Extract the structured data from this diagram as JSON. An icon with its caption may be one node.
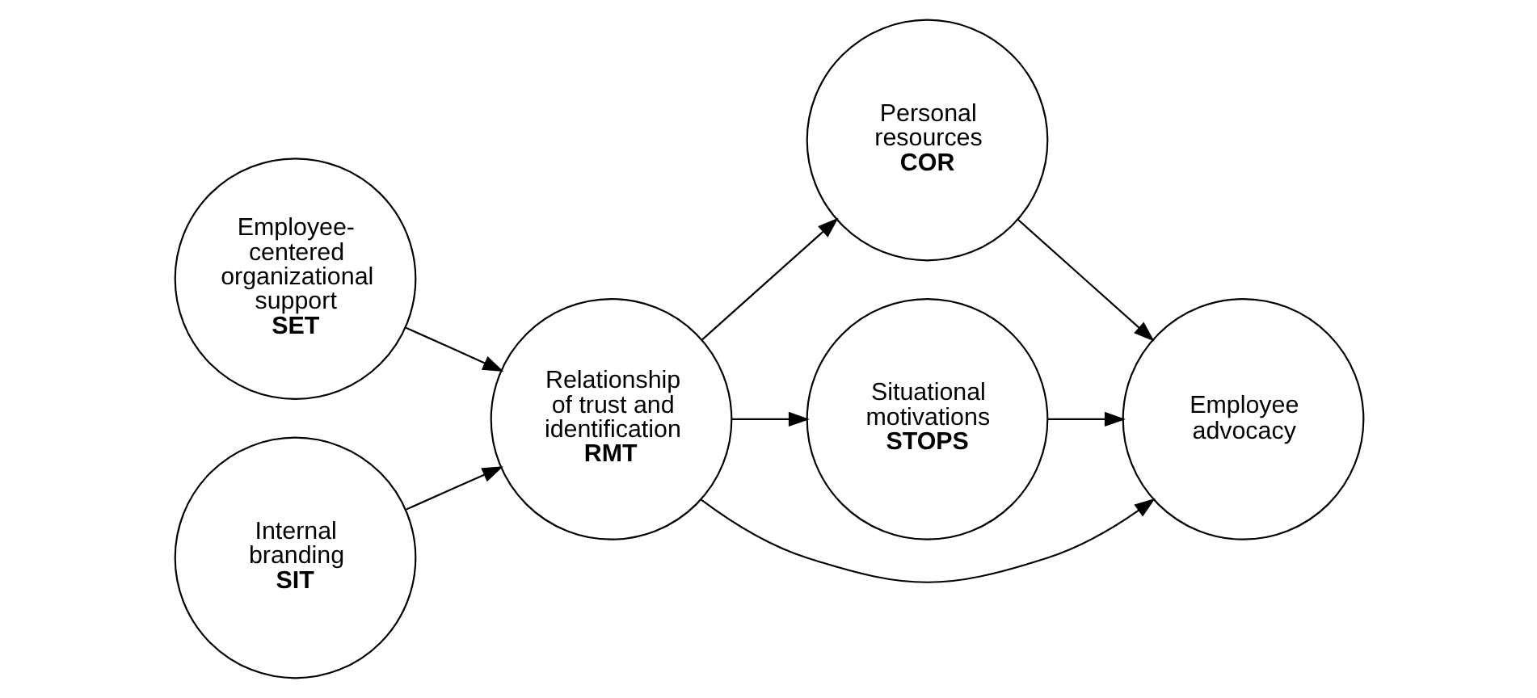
{
  "diagram": {
    "nodes": [
      {
        "text": [
          "Employee-centered organizational support",
          "SET"
        ]
      },
      {
        "text": [
          "Internal branding",
          "SIT"
        ]
      },
      {
        "text": [
          "Relationship of trust and identification",
          "RMT"
        ]
      },
      {
        "text": [
          "Personal resources",
          "COR"
        ]
      },
      {
        "text": [
          "Situational motivations",
          "STOPS"
        ]
      },
      {
        "text": [
          "Employee advocacy"
        ]
      }
    ],
    "edges": [
      {
        "from": 0,
        "to": 2,
        "arrow": "to"
      },
      {
        "from": 1,
        "to": 2,
        "arrow": "to"
      },
      {
        "from": 2,
        "to": 3,
        "arrow": "to"
      },
      {
        "from": 2,
        "to": 5,
        "arrow": "to"
      },
      {
        "from": 2,
        "to": 4,
        "arrow": "to"
      },
      {
        "from": 3,
        "to": 5,
        "arrow": "to"
      },
      {
        "from": 4,
        "to": 5,
        "arrow": "to"
      }
    ]
  }
}
